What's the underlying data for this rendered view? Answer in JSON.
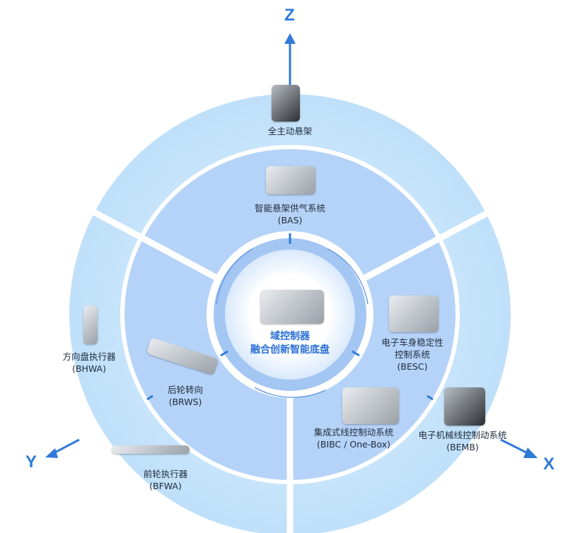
{
  "axes": {
    "z": "Z",
    "y": "Y",
    "x": "X"
  },
  "center": {
    "line1": "域控制器",
    "line2": "融合创新智能底盘"
  },
  "components": [
    {
      "name": "全主动悬架",
      "code": ""
    },
    {
      "name": "智能悬架供气系统",
      "code": "(BAS)"
    },
    {
      "name": "电子车身稳定性",
      "name2": "控制系统",
      "code": "(BESC)"
    },
    {
      "name": "集成式线控制动系统",
      "code": "(BIBC / One-Box)"
    },
    {
      "name": "电子机械线控制动系统",
      "code": "(BEMB)"
    },
    {
      "name": "后轮转向",
      "code": "(BRWS)"
    },
    {
      "name": "方向盘执行器",
      "code": "(BHWA)"
    },
    {
      "name": "前轮执行器",
      "code": "(BFWA)"
    }
  ],
  "colors": {
    "outer": "#c9e6fb",
    "middle": "#b3d3fa",
    "inner": "#9cc2f5",
    "accent": "#2f7ad8"
  }
}
